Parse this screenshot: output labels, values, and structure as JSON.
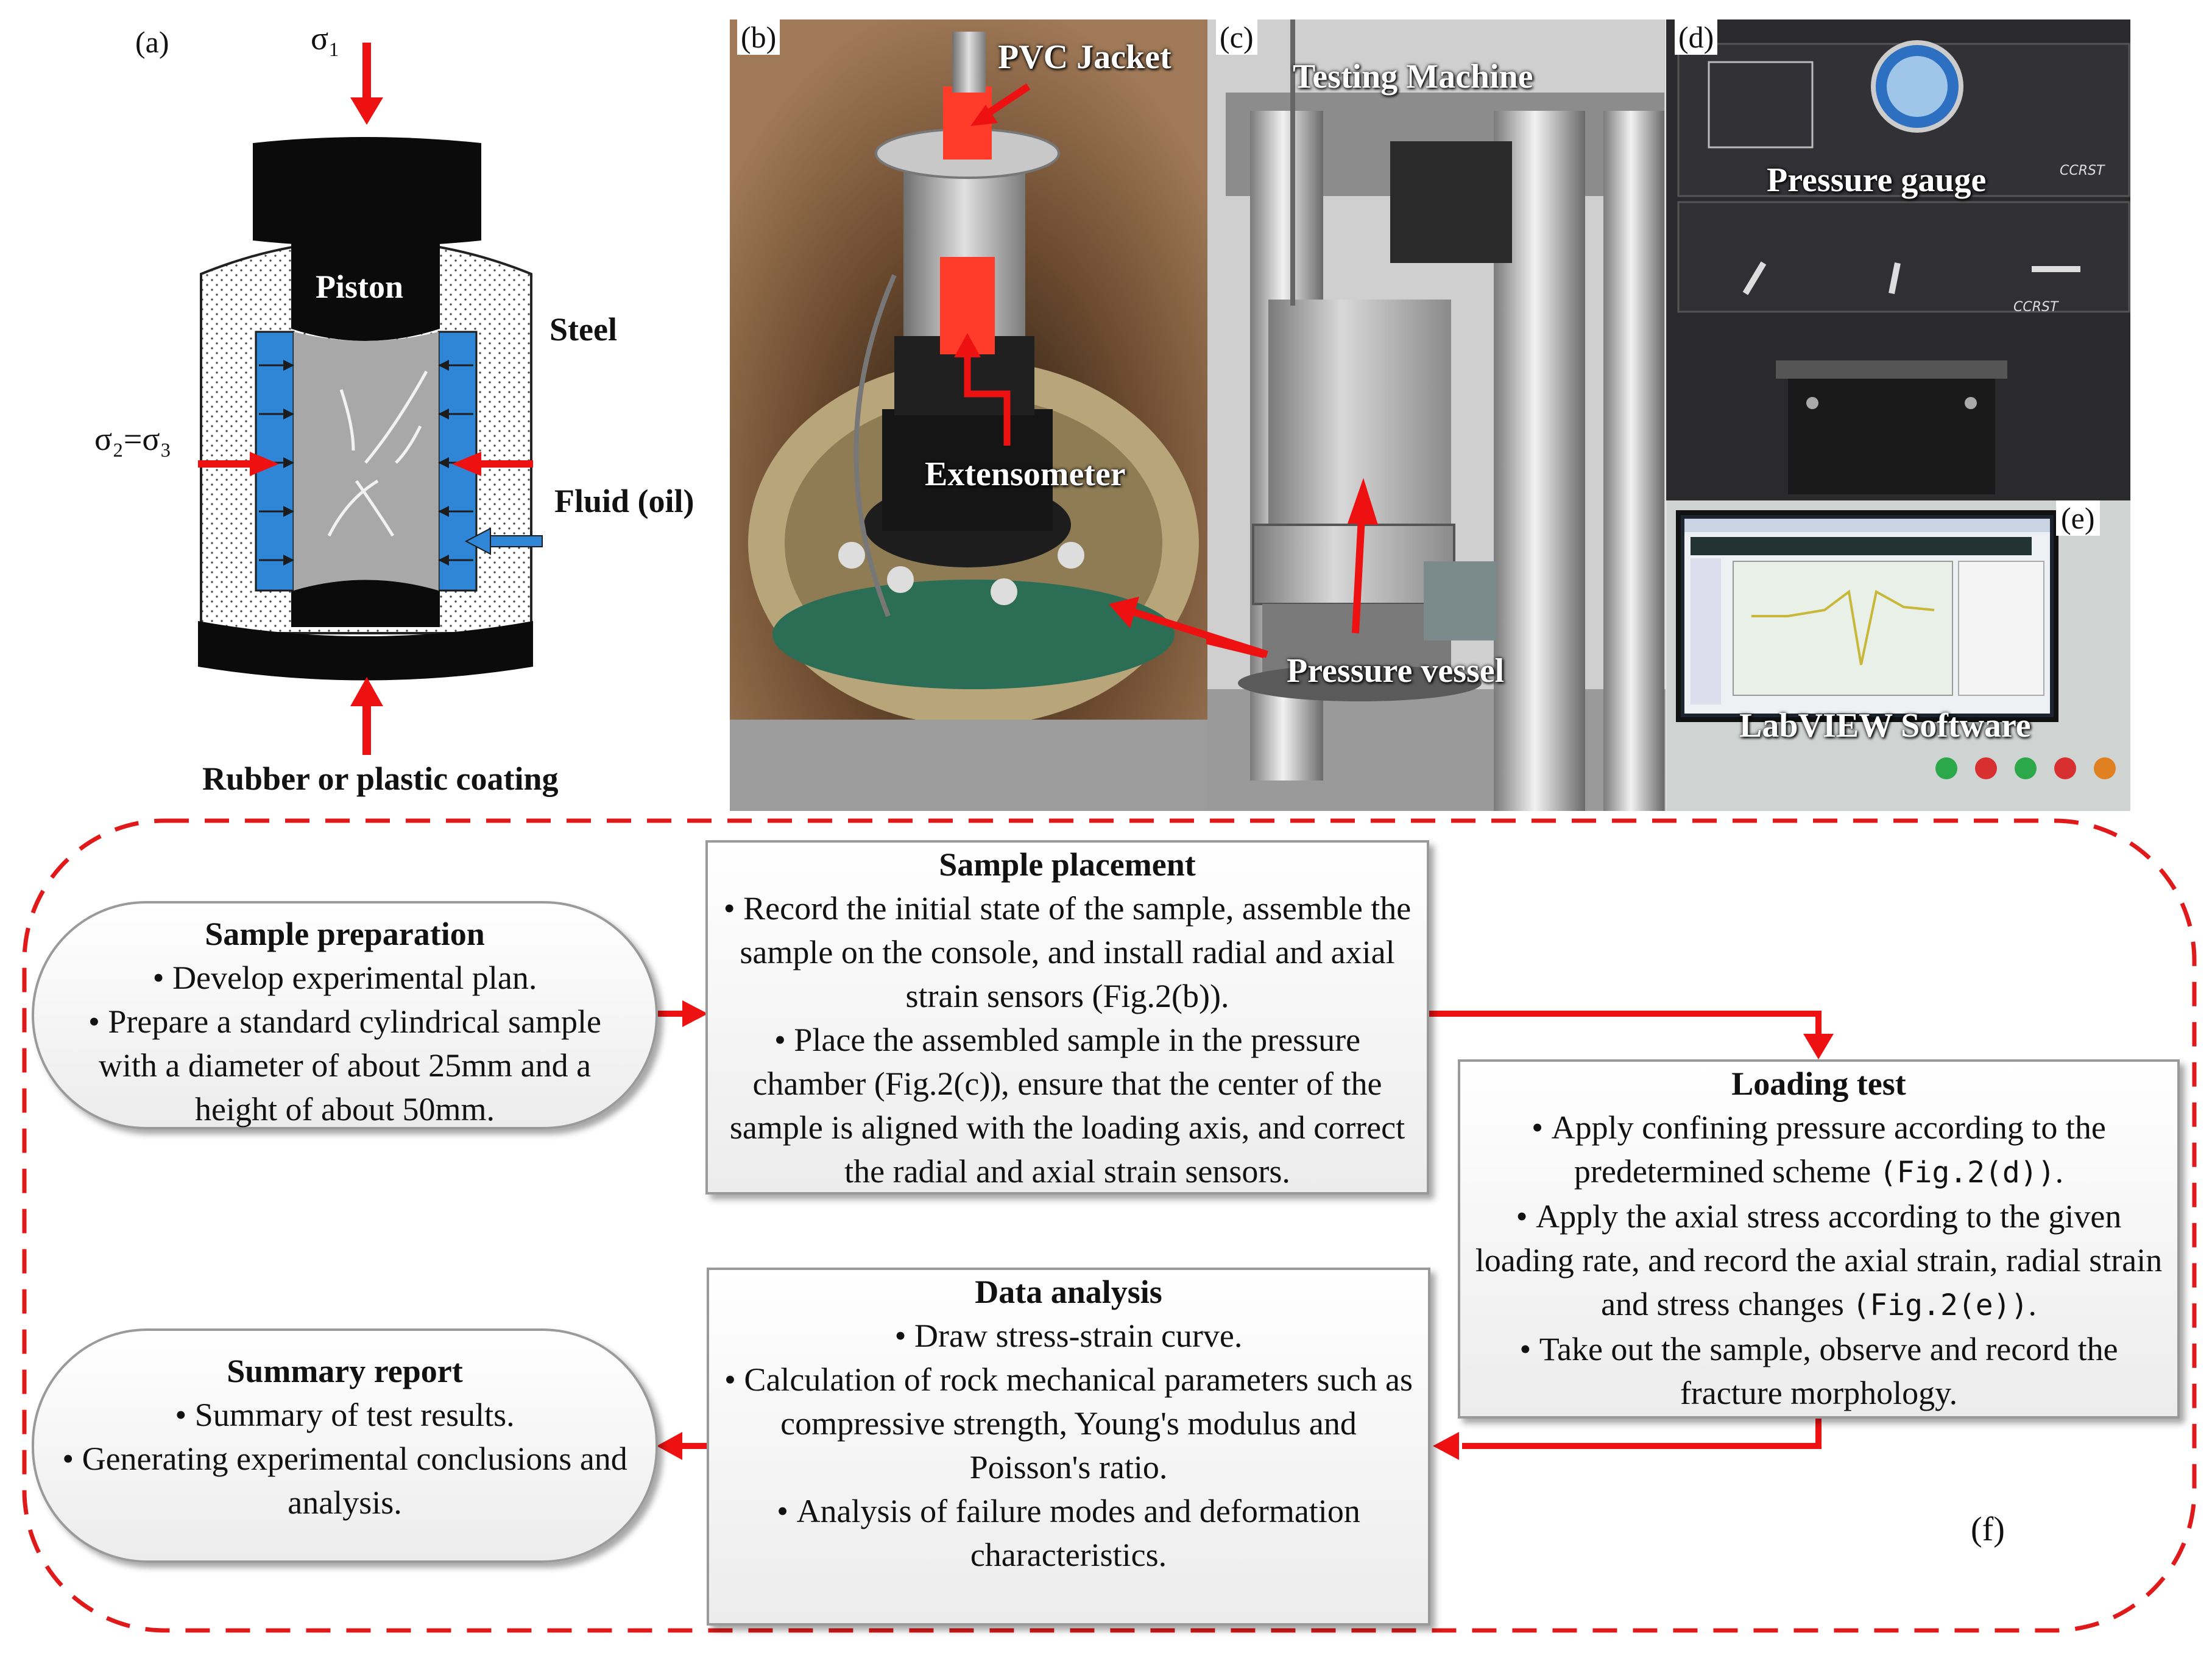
{
  "panels": {
    "a": {
      "label": "(a)",
      "sigma1": "σ₁",
      "sigma23": "σ₂=σ₃",
      "piston": "Piston",
      "steel": "Steel",
      "fluid": "Fluid (oil)",
      "coating": "Rubber or plastic coating"
    },
    "b": {
      "label": "(b)",
      "pvc_jacket": "PVC Jacket",
      "extensometer": "Extensometer"
    },
    "c": {
      "label": "(c)",
      "testing_machine": "Testing Machine",
      "pressure_vessel": "Pressure vessel"
    },
    "d": {
      "label": "(d)",
      "pressure_gauge": "Pressure gauge",
      "plate_text": "CCRST"
    },
    "e": {
      "label": "(e)",
      "software": "LabVIEW Software"
    },
    "f": {
      "label": "(f)"
    }
  },
  "flow": {
    "sample_preparation": {
      "title": "Sample preparation",
      "bullets": [
        "Develop experimental plan.",
        "Prepare a standard cylindrical sample with a diameter of about 25mm and a height of about 50mm."
      ]
    },
    "sample_placement": {
      "title": "Sample placement",
      "bullets": [
        "Record the initial state of the sample, assemble the sample on the console, and install radial and axial strain sensors (Fig.2(b)).",
        "Place the assembled sample in the pressure chamber (Fig.2(c)), ensure that the center of the sample is aligned with the loading axis, and correct the radial and axial strain sensors."
      ]
    },
    "loading_test": {
      "title": "Loading test",
      "b1_pre": "Apply confining pressure according to the predetermined scheme ",
      "b1_ref": "(Fig.2(d))",
      "b1_post": ".",
      "b2_pre": "Apply the axial stress according to the given loading rate, and record the axial strain, radial strain and stress changes ",
      "b2_ref": "(Fig.2(e))",
      "b2_post": ".",
      "b3": "Take out the sample, observe and record the fracture morphology."
    },
    "data_analysis": {
      "title": "Data analysis",
      "bullets": [
        "Draw stress-strain curve.",
        "Calculation of rock mechanical parameters such as compressive strength, Young's modulus and Poisson's ratio.",
        "Analysis of failure modes and deformation characteristics."
      ]
    },
    "summary_report": {
      "title": "Summary report",
      "bullets": [
        "Summary of test results.",
        "Generating experimental conclusions and analysis."
      ]
    }
  },
  "colors": {
    "arrow": "#ee1111",
    "fluid": "#2f86d6",
    "dashed_border": "#e01a1a",
    "box_border": "#9a9a9a"
  }
}
